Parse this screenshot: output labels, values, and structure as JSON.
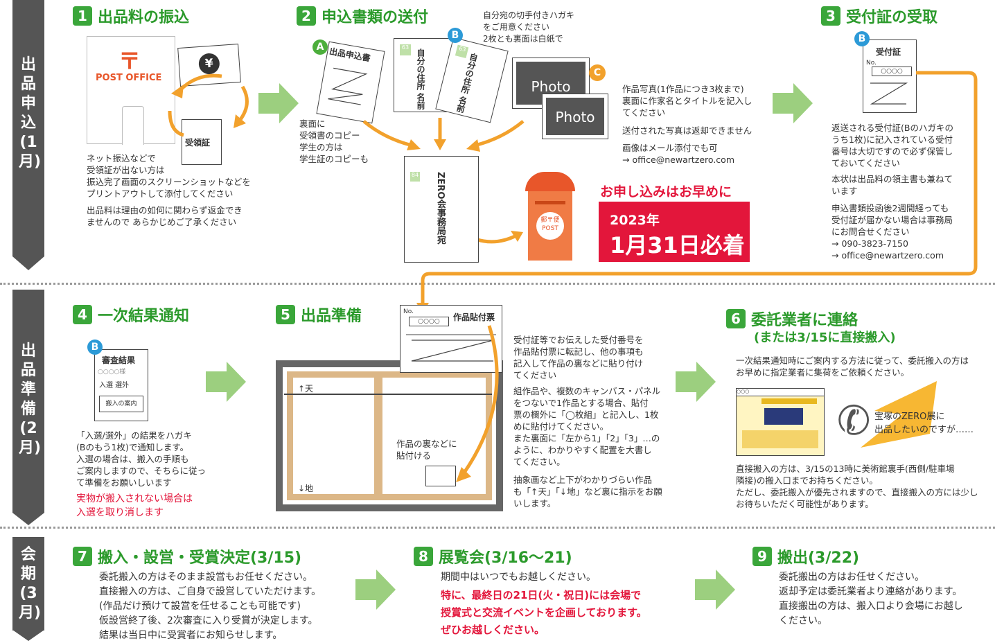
{
  "sections": [
    {
      "label": "出品申込(1月)"
    },
    {
      "label": "出品準備(2月)"
    },
    {
      "label": "会期(3月)"
    }
  ],
  "step1": {
    "num": "1",
    "title": "出品料の振込",
    "post_office": "POST OFFICE",
    "yen": "¥",
    "receipt": "受領証",
    "note1": "ネット振込などで\n受領証が出ない方は\n振込完了画面のスクリーンショットなどを\nプリントアウトして添付してください",
    "note2": "出品料は理由の如何に関わらず返金でき\nませんので あらかじめご了承ください"
  },
  "step2": {
    "num": "2",
    "title": "申込書類の送付",
    "badge_a": "A",
    "badge_b": "B",
    "badge_c": "C",
    "form_title": "出品申込書",
    "card_text": "自分の住所\n名前",
    "card_note": "自分宛の切手付きハガキ\nをご用意ください\n2枚とも裏面は白紙で",
    "stamp1": "63",
    "stamp2": "63",
    "stamp3": "84",
    "photo": "Photo",
    "photo_note1": "作品写真(1作品につき3枚まで)\n裏面に作家名とタイトルを記入し\nてください",
    "photo_note2": "送付された写真は返却できません",
    "photo_note3": "画像はメール添付でも可\n→ office@newartzero.com",
    "copy_note": "裏面に\n受領書のコピー\n学生の方は\n学生証のコピーも",
    "envelope": "ZERO会事務局宛",
    "mailbox": "郵〒便\nPOST",
    "deadline_head": "お申し込みはお早めに",
    "deadline_year": "2023年",
    "deadline_date": "1月31日必着"
  },
  "step3": {
    "num": "3",
    "title": "受付証の受取",
    "badge_b": "B",
    "card_title": "受付証",
    "no": "No.",
    "note1": "返送される受付証(Bのハガキの\nうち1枚)に記入されている受付\n番号は大切ですので必ず保管し\nておいてください",
    "note2": "本状は出品料の領主書も兼ねて\nいます",
    "note3": "申込書類投函後2週間経っても\n受付証が届かない場合は事務局\nにお問合せください\n→ 090-3823-7150\n→ office@newartzero.com"
  },
  "step4": {
    "num": "4",
    "title": "一次結果通知",
    "badge_b": "B",
    "card_title": "審査結果",
    "card_name": "○○○○様",
    "card_result": "入選 選外",
    "card_guide": "搬入の案内",
    "note": "「入選/選外」の結果をハガキ\n(Bのもう1枚)で通知します。\n入選の場合は、搬入の手順も\nご案内しますので、そちらに従っ\nて準備をお願いしいます",
    "warn": "実物が搬入されない場合は\n入選を取り消します"
  },
  "step5": {
    "num": "5",
    "title": "出品準備",
    "label_title": "作品貼付票",
    "no": "No.",
    "ten": "↑天",
    "chi": "↓地",
    "back_note": "作品の裏などに\n貼付ける",
    "note1": "受付証等でお伝えした受付番号を\n作品貼付票に転記し、他の事項も\n記入して作品の裏などに貼り付け\nてください",
    "note2": "組作品や、複数のキャンバス・パネル\nをつないで1作品とする場合、貼付\n票の欄外に「◯枚組」と記入し、1枚\nめに貼付けてください。\nまた裏面に「左から1」「2」「3」…の\nように、わかりやすく配置を大書し\nてください。",
    "note3": "抽象画など上下がわかりづらい作品\nも「↑天」「↓地」など裏に指示をお願\nいします。"
  },
  "step6": {
    "num": "6",
    "title": "委託業者に連絡",
    "subtitle": "(または3/15に直接搬入)",
    "note1": "一次結果通知時にご案内する方法に従って、委託搬入の方は\nお早めに指定業者に集荷をご依頼ください。",
    "speech": "宝塚のZERO展に\n出品したいのですが……",
    "note2": "直接搬入の方は、3/15の13時に美術館裏手(西側/駐車場\n隣接)の搬入口までお持ちください。\nただし、委託搬入が優先されますので、直接搬入の方には少し\nお待ちいただく可能性があります。"
  },
  "step7": {
    "num": "7",
    "title": "搬入・設営・受賞決定(3/15)",
    "body": "委託搬入の方はそのまま設営もお任せください。\n直接搬入の方は、ご自身で設営していただけます。\n(作品だけ預けて設営を任せることも可能です)\n仮設営終了後、2次審査に入り受賞が決定します。\n結果は当日中に受賞者にお知らせします。"
  },
  "step8": {
    "num": "8",
    "title": "展覧会(3/16〜21)",
    "body": "期間中はいつでもお越しください。",
    "highlight": "特に、最終日の21日(火・祝日)には会場で\n授賞式と交流イベントを企画しております。\nぜひお越しください。"
  },
  "step9": {
    "num": "9",
    "title": "搬出(3/22)",
    "body": "委託搬出の方はお任せください。\n返却予定は委託業者より連絡があります。\n直接搬出の方は、搬入口より会場にお越し\nください。"
  },
  "colors": {
    "green": "#2b9a2b",
    "arrow": "#9ccf7f",
    "orange": "#f2a12c",
    "red": "#e3163b",
    "band": "#555555",
    "blue": "#2c9ad7"
  }
}
